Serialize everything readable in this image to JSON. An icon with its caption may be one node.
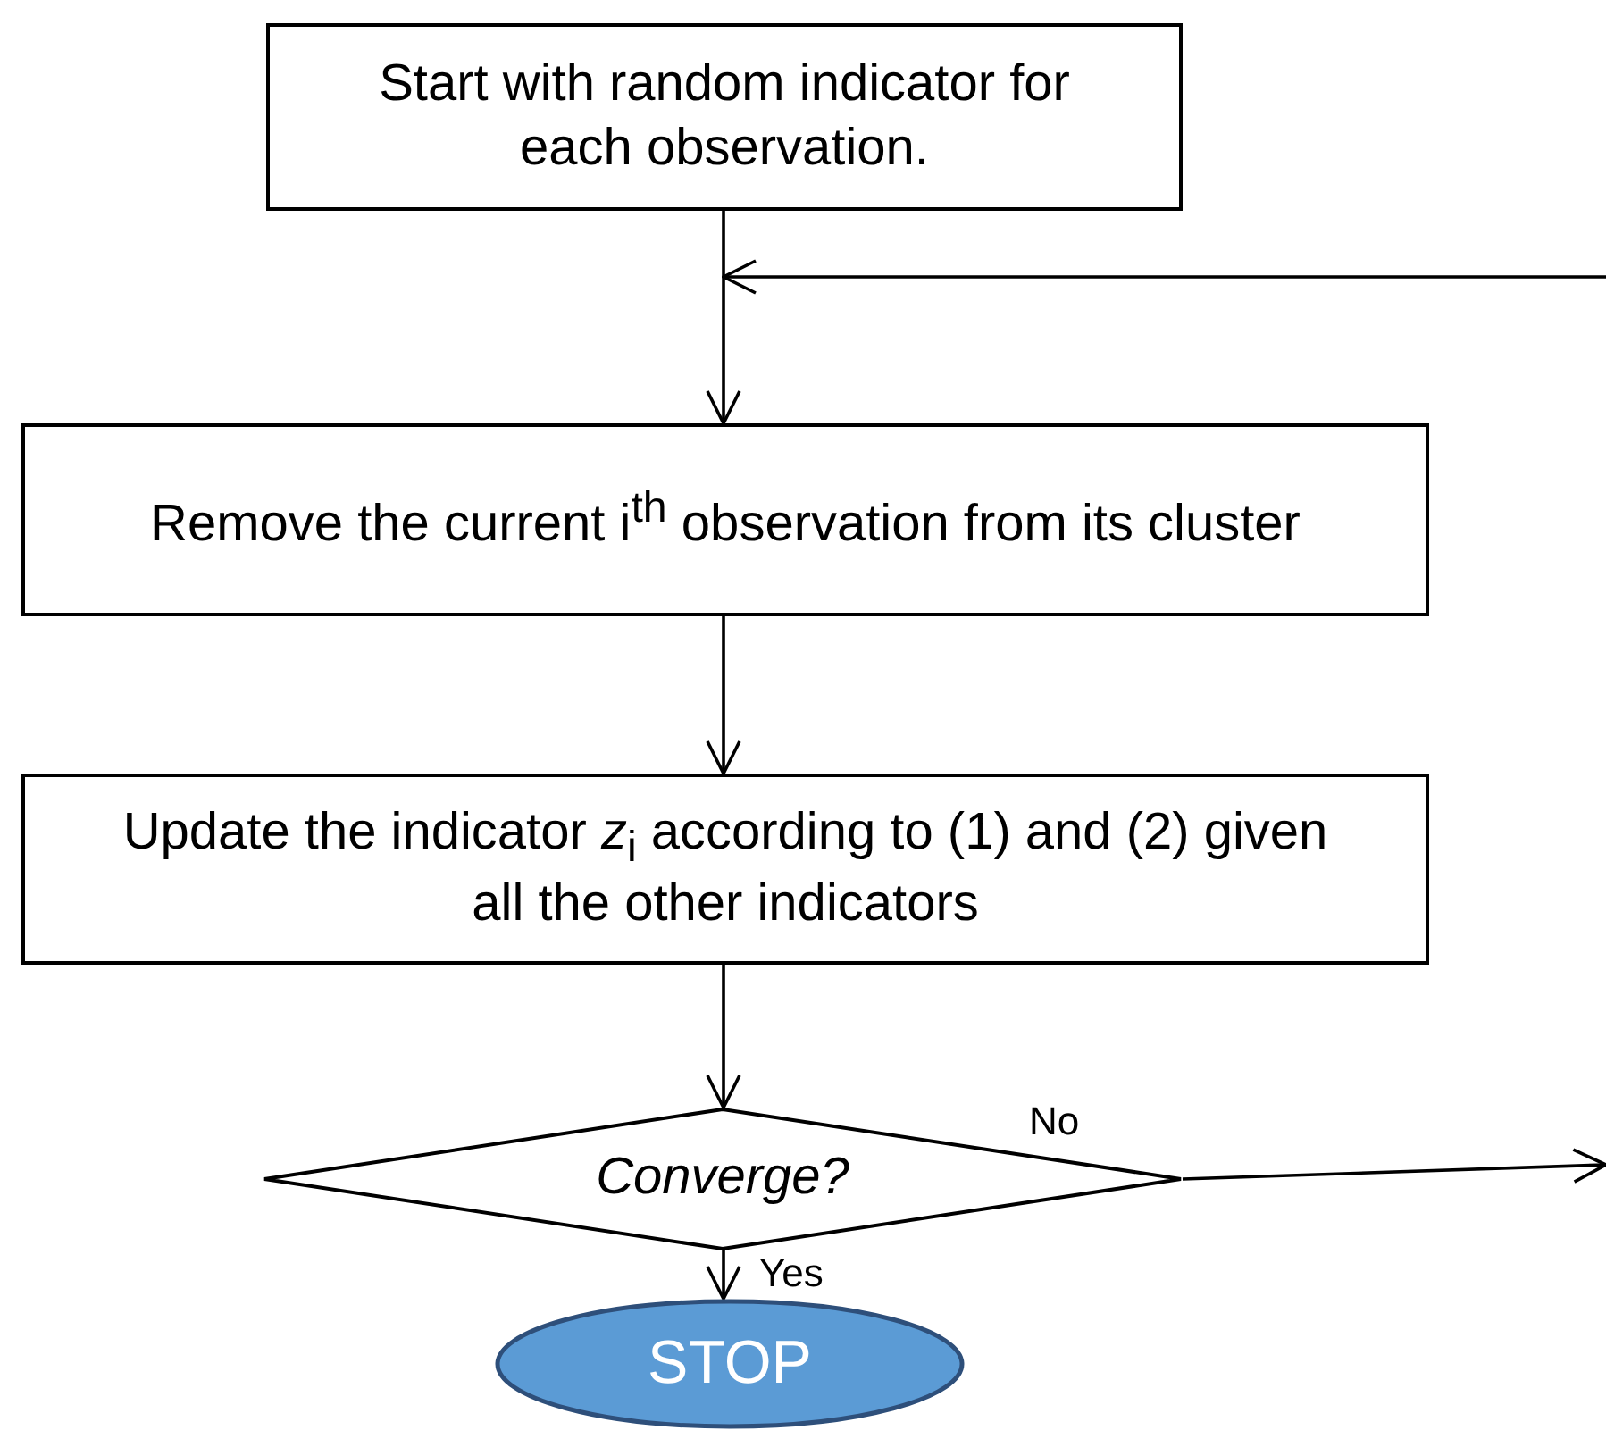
{
  "diagram": {
    "nodes": [
      {
        "text": [
          "Start with random indicator for each observation."
        ]
      },
      {
        "text": [
          "Remove the current i$^{th}$ observation from its cluster"
        ]
      },
      {
        "text": [
          "Update the indicator *z*$_{i}$ according to (1) and (2) given all the other indicators"
        ]
      },
      {
        "text": [
          "Converge?"
        ]
      },
      {
        "text": [
          "STOP"
        ]
      }
    ],
    "edges": [
      {
        "from": 0,
        "to": 1,
        "arrow": "to"
      },
      {
        "from": 1,
        "to": 2,
        "arrow": "to"
      },
      {
        "from": 2,
        "to": 3,
        "arrow": "to"
      },
      {
        "from": 3,
        "to": 4,
        "arrow": "to",
        "label": "Yes"
      },
      {
        "from": 3,
        "to": null,
        "arrow": "to",
        "label": "No"
      },
      {
        "from": null,
        "to": 1,
        "arrow": "to"
      }
    ]
  }
}
